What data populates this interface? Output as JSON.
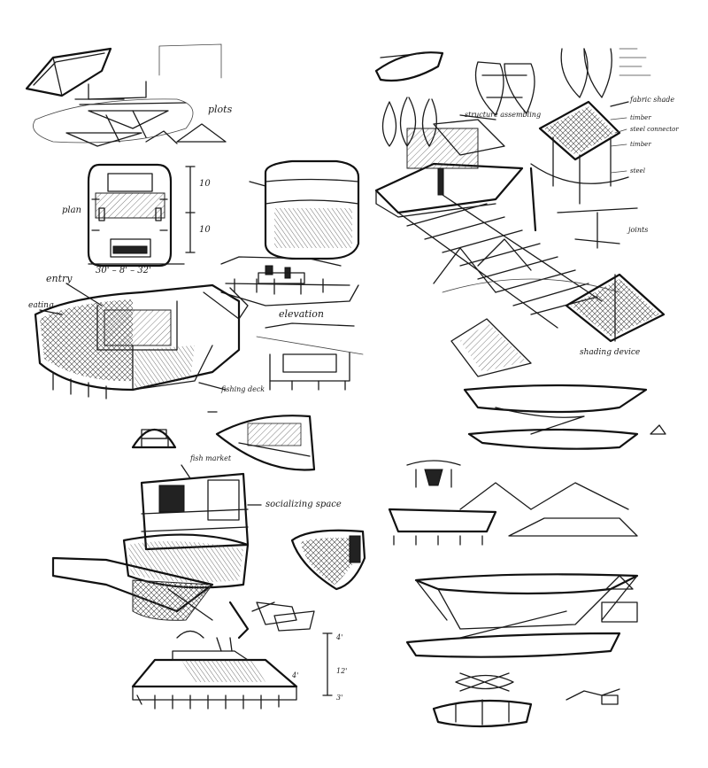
{
  "notes": {
    "plots": "plots",
    "plan": "plan",
    "dim_10_top": "10",
    "dim_10_bottom": "10",
    "plan_dims": "30' – 8' – 32'",
    "entry": "entry",
    "eating": "eating",
    "elevation": "elevation",
    "fishing_deck": "fishing deck",
    "fish_market": "fish market",
    "socializing_space": "socializing space",
    "structure_assembling": "structure assembling",
    "fabric_shade": "fabric shade",
    "timber": "timber",
    "steel_connection": "steel connector",
    "timber_2": "timber",
    "steel": "steel",
    "joints": "joints",
    "shading_device": "shading device",
    "dim_4": "4'",
    "dim_12": "12'",
    "dim_4b": "4'",
    "dim_3": "3'"
  }
}
